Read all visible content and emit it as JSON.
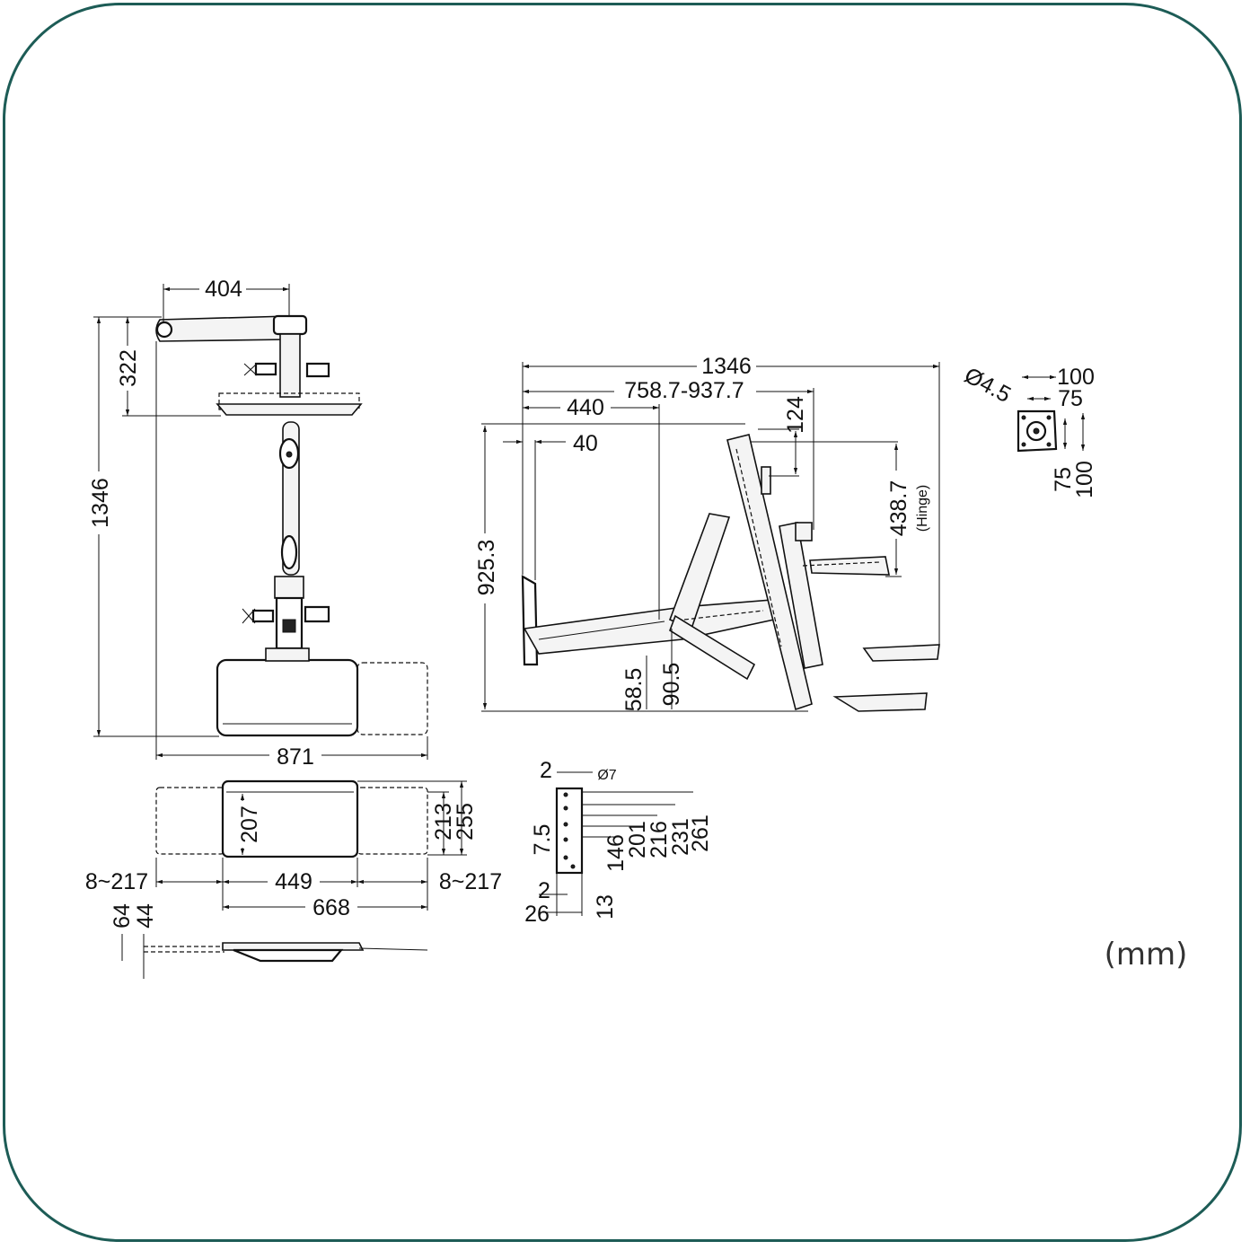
{
  "units": "(mm)",
  "front_view": {
    "arm_width": "404",
    "tray_offset": "322",
    "total_height": "1346",
    "total_width": "871"
  },
  "keyboard_top": {
    "depth_inner": "207",
    "depth_mid": "213",
    "depth_outer": "255",
    "slide_left": "8~217",
    "slide_right": "8~217",
    "inner_width": "449",
    "overall_width": "668"
  },
  "keyboard_side": {
    "h1": "64",
    "h2": "44"
  },
  "side_view": {
    "total_reach": "1346",
    "reach_range": "758.7-937.7",
    "reach_440": "440",
    "reach_40": "40",
    "drop_124": "124",
    "hinge_height": "438.7",
    "hinge_label": "(Hinge)",
    "height": "925.3",
    "base_58": "58.5",
    "base_90": "90.5"
  },
  "vesa": {
    "hole_dia": "Ø4.5",
    "w100": "100",
    "w75": "75",
    "h75": "75",
    "h100": "100"
  },
  "wall_plate": {
    "top_gap": "2",
    "hole_dia": "Ø7",
    "pitch": "7.5",
    "bottom_gap": "2",
    "width": "26",
    "bottom_13": "13",
    "d146": "146",
    "d201": "201",
    "d216": "216",
    "d231": "231",
    "d261": "261"
  }
}
